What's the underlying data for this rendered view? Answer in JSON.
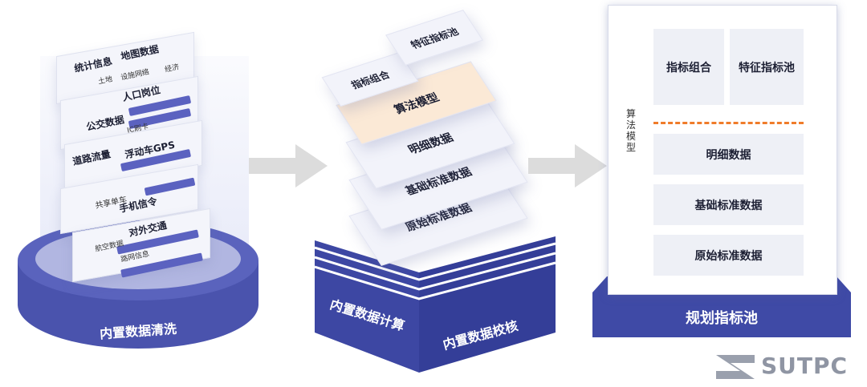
{
  "left_stack": {
    "items": [
      {
        "label": "统计信息"
      },
      {
        "label": "地图数据"
      },
      {
        "label": "土地"
      },
      {
        "label": "设施网络"
      },
      {
        "label": "经济"
      },
      {
        "label": "人口岗位"
      },
      {
        "label": "公交数据"
      },
      {
        "label": "IC刷卡"
      },
      {
        "label": "道路流量"
      },
      {
        "label": "浮动车GPS"
      },
      {
        "label": "共享单车"
      },
      {
        "label": "手机信令"
      },
      {
        "label": "对外交通"
      },
      {
        "label": "航空数据"
      },
      {
        "label": "路网信息"
      }
    ],
    "base_label": "内置数据清洗"
  },
  "middle_stack": {
    "top_cards": [
      "指标组合",
      "特征指标池"
    ],
    "highlight_card": "算法模型",
    "layers": [
      "明细数据",
      "基础标准数据",
      "原始标准数据"
    ],
    "base_left_label": "内置数据计算",
    "base_right_label": "内置数据校核"
  },
  "right_panel": {
    "top_cells": [
      "指标组合",
      "特征指标池"
    ],
    "side_label": "算法模型",
    "rows": [
      "明细数据",
      "基础标准数据",
      "原始标准数据"
    ],
    "base_label": "规划指标池"
  },
  "logo": {
    "text": "SUTPC"
  },
  "colors": {
    "accent": "#3f4aa6",
    "highlight": "#fbe9d6",
    "dash": "#f07c2a"
  }
}
